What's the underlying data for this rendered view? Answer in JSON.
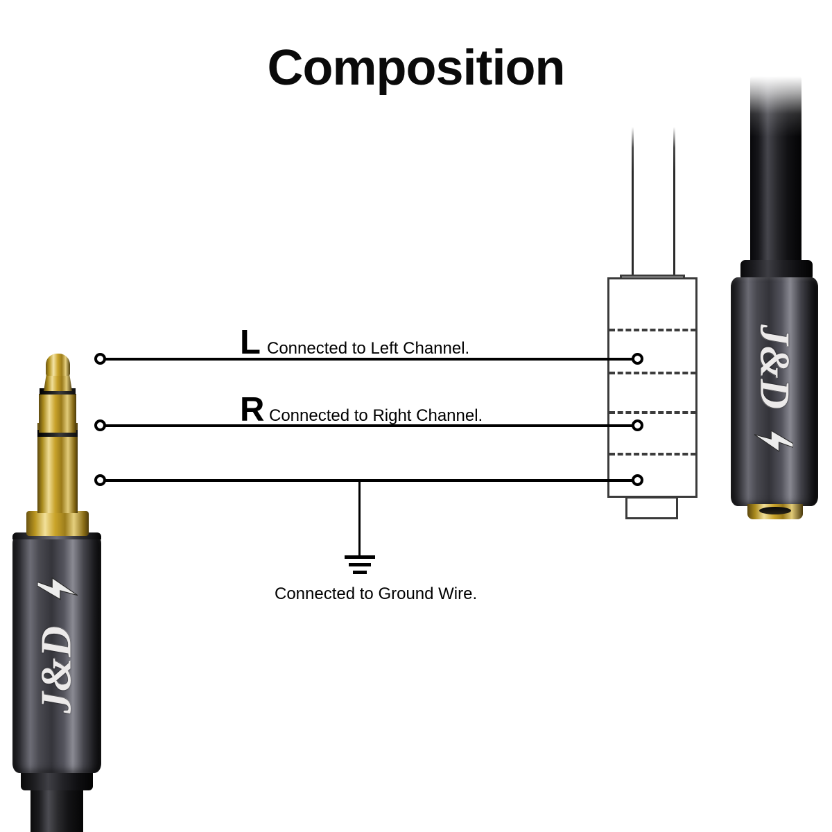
{
  "page": {
    "title": "Composition",
    "background_color": "#ffffff",
    "line_color": "#000000",
    "schematic_stroke_color": "#3a3a3a",
    "gold_color": "#c9a227",
    "body_color": "#2b2b2f"
  },
  "callouts": [
    {
      "id": "left-channel",
      "letter": "L",
      "text": "Connected to Left Channel.",
      "node_label": "tip-contact-node"
    },
    {
      "id": "right-channel",
      "letter": "R",
      "text": "Connected to Right Channel.",
      "node_label": "ring-contact-node"
    },
    {
      "id": "ground",
      "letter": "",
      "text": "Connected to Ground Wire.",
      "node_label": "sleeve-contact-node"
    }
  ],
  "ground": {
    "symbol_name": "earth-ground-symbol",
    "caption": "Connected to Ground Wire."
  },
  "connectors": {
    "male": {
      "name": "3.5mm male plug",
      "logo_text": "J&D",
      "logo_mark": "lightning-bolt",
      "segments": [
        "tip",
        "ring",
        "sleeve"
      ]
    },
    "female": {
      "name": "3.5mm female jack",
      "logo_text": "J&D",
      "logo_mark": "lightning-bolt"
    }
  },
  "schematic": {
    "name": "trrs-contact-schematic",
    "wire_count": 2,
    "contact_nodes": 3,
    "dashed_dividers": 4
  }
}
